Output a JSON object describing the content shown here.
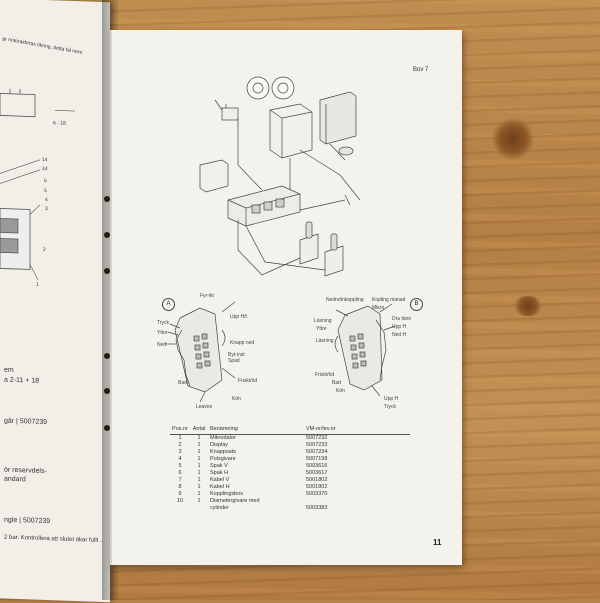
{
  "scene": {
    "left_page": {
      "lines": [
        "gr noteraideras öknng, detta fal nere",
        "6 - 18",
        "14",
        "14",
        "6",
        "5",
        "4",
        "3",
        "2",
        "1",
        "em",
        "a 2-11 + 18",
        "gâr | 5007239",
        "ör reservdels-",
        "andard",
        "ngle | 5007239",
        "2 bar. Kontrollera att slutet ökar fullt ..."
      ]
    },
    "right_page": {
      "ref": "Bov 7",
      "page_number": "11",
      "figure_a": {
        "num": "A",
        "labels": [
          "Fyr-ikt",
          "Tryck",
          "Yttre",
          "Ned",
          "Upp H/t",
          "Knapp ned",
          "Byt-inst",
          "Spad",
          "Friskt/öd",
          "Bad",
          "Leaves",
          "Kön"
        ]
      },
      "figure_b": {
        "num": "B",
        "labels": [
          "Nedre/inkoppling",
          "Kopling manad",
          "Mikro",
          "Läsning",
          "Yttre",
          "Dra tänn",
          "Upp H",
          "Ned H",
          "Läsning",
          "Friskt/öd",
          "Bad",
          "Kön",
          "Upp H",
          "Tryck"
        ]
      },
      "table": {
        "headers": [
          "Pos.nr",
          "Antal",
          "Benämning",
          "VM-nr/lev.nr"
        ],
        "rows": [
          [
            "1",
            "1",
            "Mikrodator",
            "5007232"
          ],
          [
            "2",
            "1",
            "Display",
            "5007233"
          ],
          [
            "3",
            "1",
            "Knappsats",
            "5007234"
          ],
          [
            "4",
            "1",
            "Pulsgivare",
            "5007198"
          ],
          [
            "5",
            "1",
            "Spak V",
            "5003616"
          ],
          [
            "6",
            "1",
            "Spak H",
            "5003617"
          ],
          [
            "7",
            "1",
            "Kabel V",
            "5001802"
          ],
          [
            "8",
            "1",
            "Kabel H",
            "5001802"
          ],
          [
            "9",
            "1",
            "Kopplingsbox",
            "5003370"
          ],
          [
            "10",
            "1",
            "Diametergivare med",
            ""
          ],
          [
            "",
            "",
            "cylinder",
            "5003383"
          ]
        ]
      }
    }
  }
}
